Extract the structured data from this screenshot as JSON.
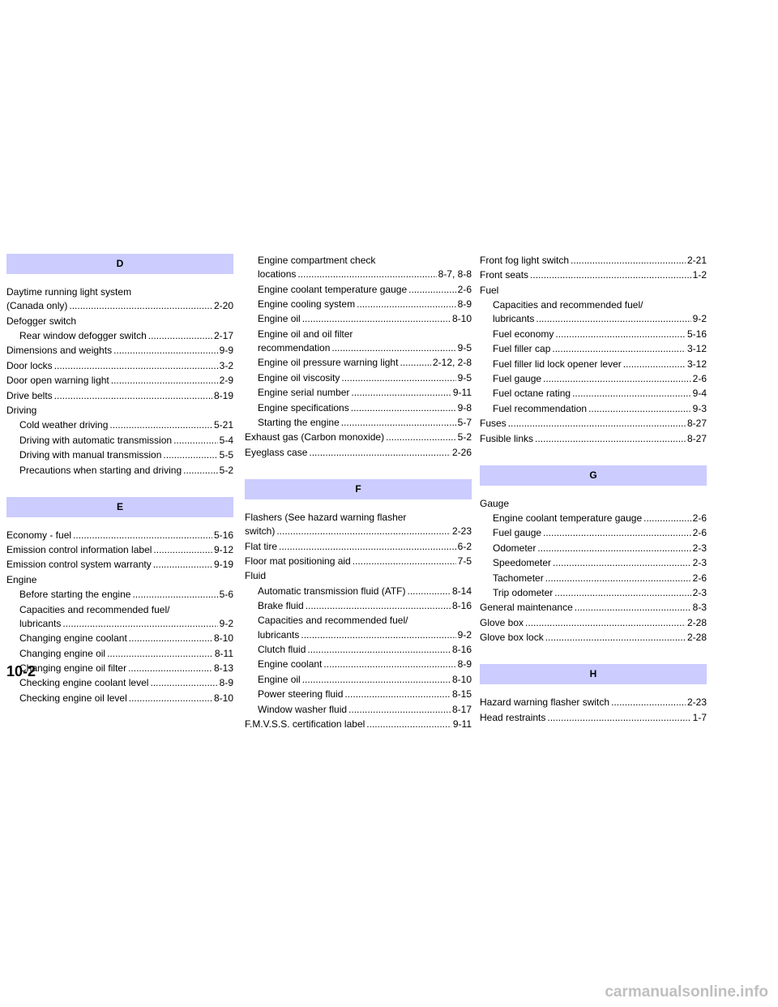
{
  "page": {
    "number": "10-2",
    "watermark": "carmanualsonline.info"
  },
  "columns": [
    [
      {
        "type": "header",
        "text": "D"
      },
      {
        "type": "entry",
        "level": 0,
        "lines": [
          "Daytime running light system",
          "(Canada only)"
        ],
        "page": "2-20"
      },
      {
        "type": "entry",
        "level": 0,
        "lines": [
          "Defogger switch"
        ]
      },
      {
        "type": "entry",
        "level": 1,
        "lines": [
          "Rear window defogger switch"
        ],
        "page": "2-17"
      },
      {
        "type": "entry",
        "level": 0,
        "lines": [
          "Dimensions and weights"
        ],
        "page": "9-9"
      },
      {
        "type": "entry",
        "level": 0,
        "lines": [
          "Door locks"
        ],
        "page": "3-2"
      },
      {
        "type": "entry",
        "level": 0,
        "lines": [
          "Door open warning light"
        ],
        "page": "2-9"
      },
      {
        "type": "entry",
        "level": 0,
        "lines": [
          "Drive belts"
        ],
        "page": "8-19"
      },
      {
        "type": "entry",
        "level": 0,
        "lines": [
          "Driving"
        ]
      },
      {
        "type": "entry",
        "level": 1,
        "lines": [
          "Cold weather driving"
        ],
        "page": "5-21"
      },
      {
        "type": "entry",
        "level": 1,
        "lines": [
          "Driving with automatic transmission"
        ],
        "page": "5-4"
      },
      {
        "type": "entry",
        "level": 1,
        "lines": [
          "Driving with manual transmission"
        ],
        "page": "5-5"
      },
      {
        "type": "entry",
        "level": 1,
        "lines": [
          "Precautions when starting and driving"
        ],
        "page": "5-2"
      },
      {
        "type": "header",
        "text": "E"
      },
      {
        "type": "entry",
        "level": 0,
        "lines": [
          "Economy - fuel"
        ],
        "page": "5-16"
      },
      {
        "type": "entry",
        "level": 0,
        "lines": [
          "Emission control information label"
        ],
        "page": "9-12"
      },
      {
        "type": "entry",
        "level": 0,
        "lines": [
          "Emission control system warranty"
        ],
        "page": "9-19"
      },
      {
        "type": "entry",
        "level": 0,
        "lines": [
          "Engine"
        ]
      },
      {
        "type": "entry",
        "level": 1,
        "lines": [
          "Before starting the engine"
        ],
        "page": "5-6"
      },
      {
        "type": "entry",
        "level": 1,
        "lines": [
          "Capacities and recommended fuel/",
          "lubricants"
        ],
        "page": "9-2"
      },
      {
        "type": "entry",
        "level": 1,
        "lines": [
          "Changing engine coolant"
        ],
        "page": "8-10"
      },
      {
        "type": "entry",
        "level": 1,
        "lines": [
          "Changing engine oil"
        ],
        "page": "8-11"
      },
      {
        "type": "entry",
        "level": 1,
        "lines": [
          "Changing engine oil filter"
        ],
        "page": "8-13"
      },
      {
        "type": "entry",
        "level": 1,
        "lines": [
          "Checking engine coolant level"
        ],
        "page": "8-9"
      },
      {
        "type": "entry",
        "level": 1,
        "lines": [
          "Checking engine oil level"
        ],
        "page": "8-10"
      }
    ],
    [
      {
        "type": "entry",
        "level": 1,
        "lines": [
          "Engine compartment check",
          "locations"
        ],
        "page": "8-7, 8-8"
      },
      {
        "type": "entry",
        "level": 1,
        "lines": [
          "Engine coolant temperature gauge"
        ],
        "page": "2-6"
      },
      {
        "type": "entry",
        "level": 1,
        "lines": [
          "Engine cooling system"
        ],
        "page": "8-9"
      },
      {
        "type": "entry",
        "level": 1,
        "lines": [
          "Engine oil"
        ],
        "page": "8-10"
      },
      {
        "type": "entry",
        "level": 1,
        "lines": [
          "Engine oil and oil filter",
          "recommendation"
        ],
        "page": "9-5"
      },
      {
        "type": "entry",
        "level": 1,
        "lines": [
          "Engine oil pressure warning light"
        ],
        "page": "2-12, 2-8"
      },
      {
        "type": "entry",
        "level": 1,
        "lines": [
          "Engine oil viscosity"
        ],
        "page": "9-5"
      },
      {
        "type": "entry",
        "level": 1,
        "lines": [
          "Engine serial number"
        ],
        "page": "9-11"
      },
      {
        "type": "entry",
        "level": 1,
        "lines": [
          "Engine specifications"
        ],
        "page": "9-8"
      },
      {
        "type": "entry",
        "level": 1,
        "lines": [
          "Starting the engine"
        ],
        "page": "5-7"
      },
      {
        "type": "entry",
        "level": 0,
        "lines": [
          "Exhaust gas (Carbon monoxide)"
        ],
        "page": "5-2"
      },
      {
        "type": "entry",
        "level": 0,
        "lines": [
          "Eyeglass case"
        ],
        "page": "2-26"
      },
      {
        "type": "header",
        "text": "F"
      },
      {
        "type": "entry",
        "level": 0,
        "lines": [
          "Flashers (See hazard warning flasher",
          "switch)"
        ],
        "page": "2-23"
      },
      {
        "type": "entry",
        "level": 0,
        "lines": [
          "Flat tire"
        ],
        "page": "6-2"
      },
      {
        "type": "entry",
        "level": 0,
        "lines": [
          "Floor mat positioning aid"
        ],
        "page": "7-5"
      },
      {
        "type": "entry",
        "level": 0,
        "lines": [
          "Fluid"
        ]
      },
      {
        "type": "entry",
        "level": 1,
        "lines": [
          "Automatic transmission fluid (ATF)"
        ],
        "page": "8-14"
      },
      {
        "type": "entry",
        "level": 1,
        "lines": [
          "Brake fluid"
        ],
        "page": "8-16"
      },
      {
        "type": "entry",
        "level": 1,
        "lines": [
          "Capacities and recommended fuel/",
          "lubricants"
        ],
        "page": "9-2"
      },
      {
        "type": "entry",
        "level": 1,
        "lines": [
          "Clutch fluid"
        ],
        "page": "8-16"
      },
      {
        "type": "entry",
        "level": 1,
        "lines": [
          "Engine coolant"
        ],
        "page": "8-9"
      },
      {
        "type": "entry",
        "level": 1,
        "lines": [
          "Engine oil"
        ],
        "page": "8-10"
      },
      {
        "type": "entry",
        "level": 1,
        "lines": [
          "Power steering fluid"
        ],
        "page": "8-15"
      },
      {
        "type": "entry",
        "level": 1,
        "lines": [
          "Window washer fluid"
        ],
        "page": "8-17"
      },
      {
        "type": "entry",
        "level": 0,
        "lines": [
          "F.M.V.S.S. certification label"
        ],
        "page": "9-11"
      }
    ],
    [
      {
        "type": "entry",
        "level": 0,
        "lines": [
          "Front fog light switch"
        ],
        "page": "2-21"
      },
      {
        "type": "entry",
        "level": 0,
        "lines": [
          "Front seats"
        ],
        "page": "1-2"
      },
      {
        "type": "entry",
        "level": 0,
        "lines": [
          "Fuel"
        ]
      },
      {
        "type": "entry",
        "level": 1,
        "lines": [
          "Capacities and recommended fuel/",
          "lubricants"
        ],
        "page": "9-2"
      },
      {
        "type": "entry",
        "level": 1,
        "lines": [
          "Fuel economy"
        ],
        "page": "5-16"
      },
      {
        "type": "entry",
        "level": 1,
        "lines": [
          "Fuel filler cap"
        ],
        "page": "3-12"
      },
      {
        "type": "entry",
        "level": 1,
        "lines": [
          "Fuel filler lid lock opener lever"
        ],
        "page": "3-12"
      },
      {
        "type": "entry",
        "level": 1,
        "lines": [
          "Fuel gauge"
        ],
        "page": "2-6"
      },
      {
        "type": "entry",
        "level": 1,
        "lines": [
          "Fuel octane rating"
        ],
        "page": "9-4"
      },
      {
        "type": "entry",
        "level": 1,
        "lines": [
          "Fuel recommendation"
        ],
        "page": "9-3"
      },
      {
        "type": "entry",
        "level": 0,
        "lines": [
          "Fuses"
        ],
        "page": "8-27"
      },
      {
        "type": "entry",
        "level": 0,
        "lines": [
          "Fusible links"
        ],
        "page": "8-27"
      },
      {
        "type": "header",
        "text": "G"
      },
      {
        "type": "entry",
        "level": 0,
        "lines": [
          "Gauge"
        ]
      },
      {
        "type": "entry",
        "level": 1,
        "lines": [
          "Engine coolant temperature gauge"
        ],
        "page": "2-6"
      },
      {
        "type": "entry",
        "level": 1,
        "lines": [
          "Fuel gauge"
        ],
        "page": "2-6"
      },
      {
        "type": "entry",
        "level": 1,
        "lines": [
          "Odometer"
        ],
        "page": "2-3"
      },
      {
        "type": "entry",
        "level": 1,
        "lines": [
          "Speedometer"
        ],
        "page": "2-3"
      },
      {
        "type": "entry",
        "level": 1,
        "lines": [
          "Tachometer"
        ],
        "page": "2-6"
      },
      {
        "type": "entry",
        "level": 1,
        "lines": [
          "Trip odometer"
        ],
        "page": "2-3"
      },
      {
        "type": "entry",
        "level": 0,
        "lines": [
          "General maintenance"
        ],
        "page": "8-3"
      },
      {
        "type": "entry",
        "level": 0,
        "lines": [
          "Glove box"
        ],
        "page": "2-28"
      },
      {
        "type": "entry",
        "level": 0,
        "lines": [
          "Glove box lock"
        ],
        "page": "2-28"
      },
      {
        "type": "header",
        "text": "H"
      },
      {
        "type": "entry",
        "level": 0,
        "lines": [
          "Hazard warning flasher switch"
        ],
        "page": "2-23"
      },
      {
        "type": "entry",
        "level": 0,
        "lines": [
          "Head restraints"
        ],
        "page": "1-7"
      }
    ]
  ]
}
